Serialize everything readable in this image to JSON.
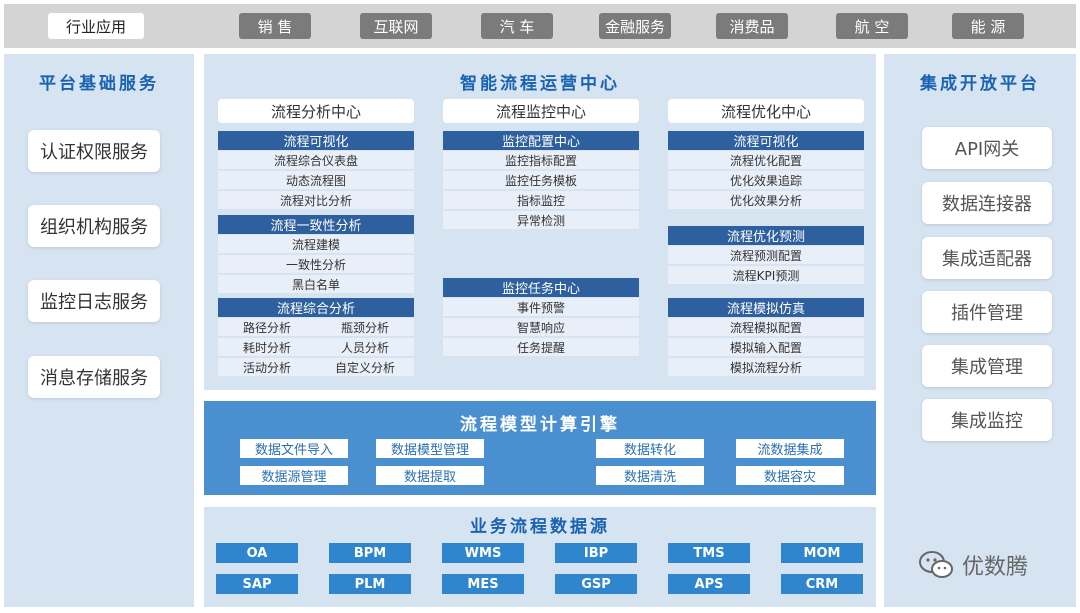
{
  "top_bar": {
    "label": "行业应用",
    "tabs": [
      "销 售",
      "互联网",
      "汽 车",
      "金融服务",
      "消费品",
      "航 空",
      "能 源"
    ]
  },
  "left_panel": {
    "title": "平台基础服务",
    "items": [
      "认证权限服务",
      "组织机构服务",
      "监控日志服务",
      "消息存储服务"
    ]
  },
  "right_panel": {
    "title": "集成开放平台",
    "items": [
      "API网关",
      "数据连接器",
      "集成适配器",
      "插件管理",
      "集成管理",
      "集成监控"
    ]
  },
  "ops_center": {
    "title": "智能流程运营中心",
    "columns": [
      {
        "title": "流程分析中心",
        "sections": [
          {
            "heading": "流程可视化",
            "items": [
              "流程综合仪表盘",
              "动态流程图",
              "流程对比分析"
            ]
          },
          {
            "heading": "流程一致性分析",
            "items": [
              "流程建模",
              "一致性分析",
              "黑白名单"
            ]
          },
          {
            "heading": "流程综合分析",
            "pairs": [
              [
                "路径分析",
                "瓶颈分析"
              ],
              [
                "耗时分析",
                "人员分析"
              ],
              [
                "活动分析",
                "自定义分析"
              ]
            ]
          }
        ]
      },
      {
        "title": "流程监控中心",
        "sections": [
          {
            "heading": "监控配置中心",
            "items": [
              "监控指标配置",
              "监控任务模板",
              "指标监控",
              "异常检测"
            ]
          },
          {
            "heading": "监控任务中心",
            "items": [
              "事件预警",
              "智慧响应",
              "任务提醒"
            ]
          }
        ]
      },
      {
        "title": "流程优化中心",
        "sections": [
          {
            "heading": "流程可视化",
            "items": [
              "流程优化配置",
              "优化效果追踪",
              "优化效果分析"
            ]
          },
          {
            "heading": "流程优化预测",
            "items": [
              "流程预测配置",
              "流程KPI预测"
            ]
          },
          {
            "heading": "流程模拟仿真",
            "items": [
              "流程模拟配置",
              "模拟输入配置",
              "模拟流程分析"
            ]
          }
        ]
      }
    ]
  },
  "engine": {
    "title": "流程模型计算引擎",
    "items": [
      "数据文件导入",
      "数据模型管理",
      "数据转化",
      "流数据集成",
      "数据源管理",
      "数据提取",
      "数据清洗",
      "数据容灾"
    ]
  },
  "data_sources": {
    "title": "业务流程数据源",
    "items": [
      "OA",
      "BPM",
      "WMS",
      "IBP",
      "TMS",
      "MOM",
      "SAP",
      "PLM",
      "MES",
      "GSP",
      "APS",
      "CRM"
    ]
  },
  "watermark": "优数腾"
}
